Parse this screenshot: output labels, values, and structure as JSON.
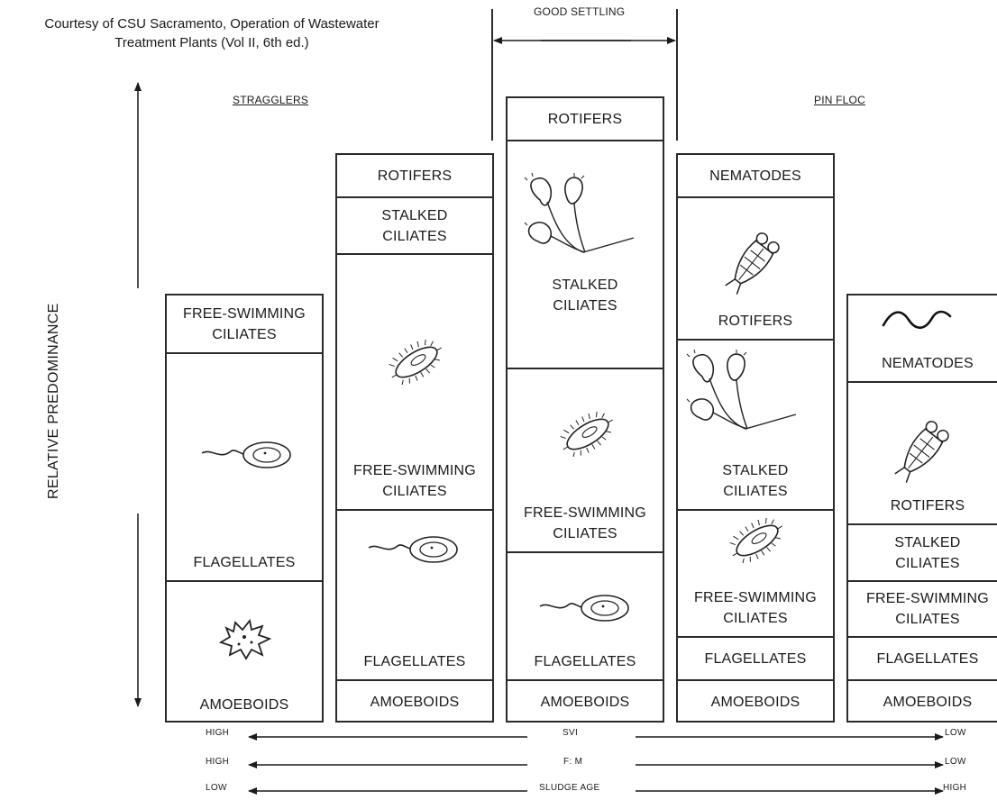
{
  "credit": {
    "line1": "Courtesy of CSU Sacramento, Operation of Wastewater",
    "line2": "Treatment Plants (Vol II, 6th ed.)"
  },
  "headers": {
    "good_settling": "GOOD SETTLING",
    "stragglers": "STRAGGLERS",
    "pin_floc": "PIN FLOC"
  },
  "y_axis_label": "RELATIVE PREDOMINANCE",
  "columns": [
    {
      "cells": [
        {
          "label": [
            "FREE-SWIMMING",
            "CILIATES"
          ],
          "icon": null
        },
        {
          "label": [
            "FLAGELLATES"
          ],
          "icon": "flagellate-icon"
        },
        {
          "label": [
            "AMOEBOIDS"
          ],
          "icon": "amoeboid-icon"
        }
      ]
    },
    {
      "cells": [
        {
          "label": [
            "ROTIFERS"
          ],
          "icon": null
        },
        {
          "label": [
            "STALKED",
            "CILIATES"
          ],
          "icon": null
        },
        {
          "label": [
            "FREE-SWIMMING",
            "CILIATES"
          ],
          "icon": "ciliate-icon"
        },
        {
          "label": [
            "FLAGELLATES"
          ],
          "icon": "flagellate-icon"
        },
        {
          "label": [
            "AMOEBOIDS"
          ],
          "icon": null
        }
      ]
    },
    {
      "cells": [
        {
          "label": [
            "ROTIFERS"
          ],
          "icon": null
        },
        {
          "label": [
            "STALKED",
            "CILIATES"
          ],
          "icon": "stalked-ciliate-icon"
        },
        {
          "label": [
            "FREE-SWIMMING",
            "CILIATES"
          ],
          "icon": "ciliate-icon"
        },
        {
          "label": [
            "FLAGELLATES"
          ],
          "icon": "flagellate-icon"
        },
        {
          "label": [
            "AMOEBOIDS"
          ],
          "icon": null
        }
      ]
    },
    {
      "cells": [
        {
          "label": [
            "NEMATODES"
          ],
          "icon": null
        },
        {
          "label": [
            "ROTIFERS"
          ],
          "icon": "rotifer-icon"
        },
        {
          "label": [
            "STALKED",
            "CILIATES"
          ],
          "icon": "stalked-ciliate-icon"
        },
        {
          "label": [
            "FREE-SWIMMING",
            "CILIATES"
          ],
          "icon": "ciliate-icon"
        },
        {
          "label": [
            "FLAGELLATES"
          ],
          "icon": null
        },
        {
          "label": [
            "AMOEBOIDS"
          ],
          "icon": null
        }
      ]
    },
    {
      "cells": [
        {
          "label": [
            "NEMATODES"
          ],
          "icon": "nematode-icon"
        },
        {
          "label": [
            "ROTIFERS"
          ],
          "icon": "rotifer-icon"
        },
        {
          "label": [
            "STALKED",
            "CILIATES"
          ],
          "icon": null
        },
        {
          "label": [
            "FREE-SWIMMING",
            "CILIATES"
          ],
          "icon": null
        },
        {
          "label": [
            "FLAGELLATES"
          ],
          "icon": null
        },
        {
          "label": [
            "AMOEBOIDS"
          ],
          "icon": null
        }
      ]
    }
  ],
  "scales": [
    {
      "name": "SVI",
      "left": "HIGH",
      "right": "LOW"
    },
    {
      "name": "F: M",
      "left": "HIGH",
      "right": "LOW"
    },
    {
      "name": "SLUDGE AGE",
      "left": "LOW",
      "right": "HIGH"
    }
  ]
}
